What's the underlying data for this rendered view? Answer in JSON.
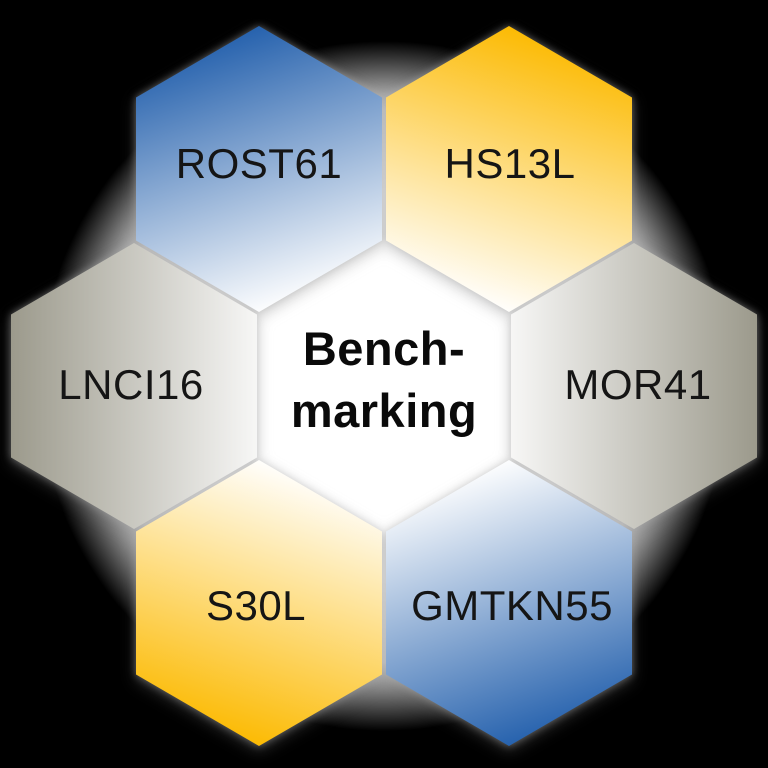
{
  "title": {
    "line1": "Bench-",
    "line2": "marking"
  },
  "hexagons": [
    {
      "label": "ROST61",
      "position": "top-left",
      "color": "#2561ad"
    },
    {
      "label": "HS13L",
      "position": "top-right",
      "color": "#fcba02"
    },
    {
      "label": "MOR41",
      "position": "right",
      "color": "#9b998b"
    },
    {
      "label": "GMTKN55",
      "position": "bottom-right",
      "color": "#2561ad"
    },
    {
      "label": "S30L",
      "position": "bottom-left",
      "color": "#fcba02"
    },
    {
      "label": "LNCI16",
      "position": "left",
      "color": "#9b998b"
    }
  ],
  "center_glow_color": "#ffffff",
  "background_color": "#000000",
  "label_color": "#151515",
  "title_color": "#0a0a0a"
}
